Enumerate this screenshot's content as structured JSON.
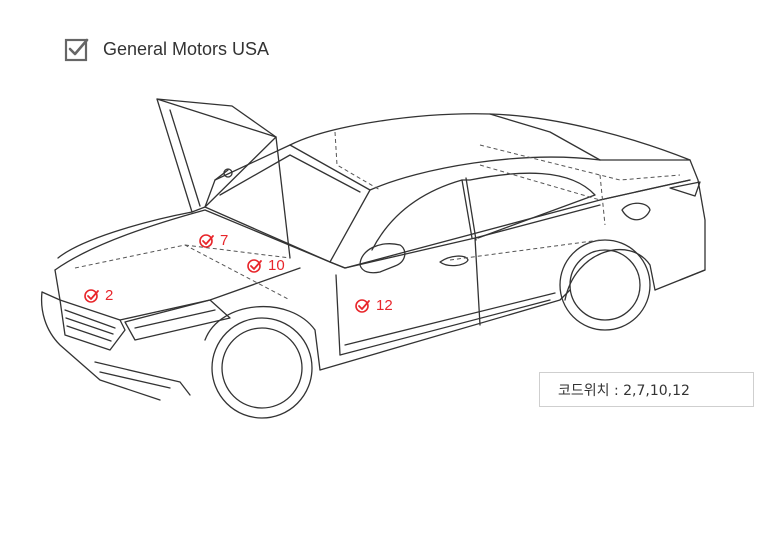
{
  "header": {
    "title": "General Motors USA",
    "icon": "checkbox-checked-icon"
  },
  "markers": [
    {
      "id": "marker-2",
      "label": "2"
    },
    {
      "id": "marker-7",
      "label": "7"
    },
    {
      "id": "marker-10",
      "label": "10"
    },
    {
      "id": "marker-12",
      "label": "12"
    }
  ],
  "code_location": {
    "text": "코드위치 : 2,7,10,12"
  },
  "colors": {
    "marker": "#e8262b",
    "line": "#333333",
    "dashed": "#555555"
  }
}
